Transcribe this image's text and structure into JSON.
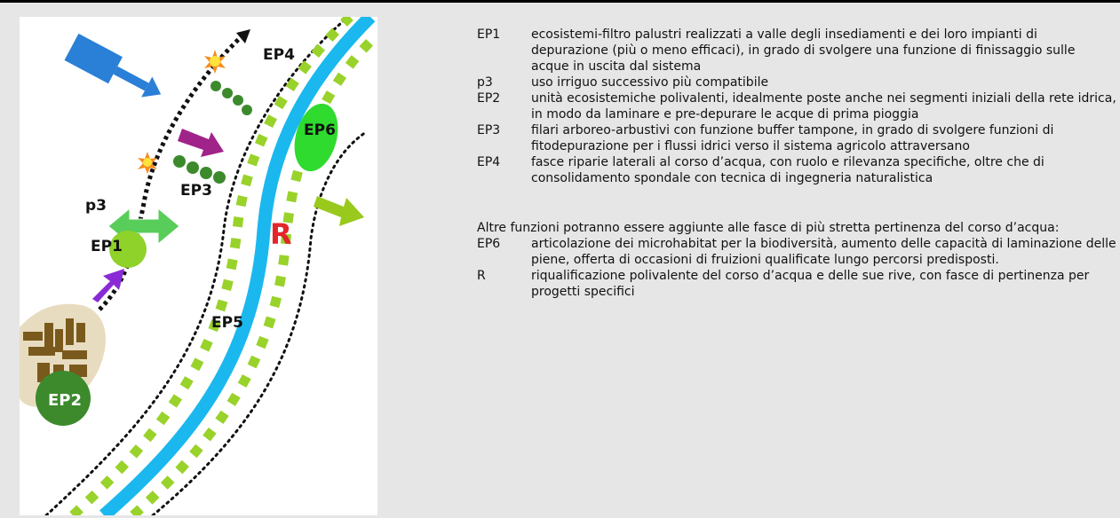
{
  "figure": {
    "labels": {
      "ep1": "EP1",
      "ep2": "EP2",
      "ep3": "EP3",
      "ep4": "EP4",
      "ep5": "EP5",
      "ep6": "EP6",
      "p3": "p3",
      "r": "R"
    },
    "colors": {
      "river": "#1ab8ee",
      "bank_dashes": "#99d22a",
      "ellipse_green": "#2edb2e",
      "dark_green": "#3c8a2c",
      "arrow_blue": "#2a7fd6",
      "arrow_magenta": "#a0238a",
      "arrow_purple": "#8a2ad6",
      "arrow_lightgreen": "#59cd59",
      "arrow_olive": "#99c91c",
      "settlement": "#7a5a1c",
      "settlement_halo": "#e8dcc0",
      "label_red": "#e2262b"
    }
  },
  "legend": {
    "entries_top": [
      {
        "code": "EP1",
        "text": "ecosistemi-filtro palustri realizzati a valle degli insediamenti e dei loro impianti di depurazione (più o meno efficaci), in grado di svolgere una funzione di finissaggio sulle acque in uscita dal sistema"
      },
      {
        "code": "p3",
        "text": "uso irriguo successivo più compatibile"
      },
      {
        "code": "EP2",
        "text": "unità ecosistemiche polivalenti, idealmente poste anche nei segmenti iniziali della rete idrica, in modo da laminare e pre-depurare le acque di prima pioggia"
      },
      {
        "code": "EP3",
        "text": "filari arboreo-arbustivi con funzione buffer tampone, in grado di svolgere funzioni di fitodepurazione per i flussi idrici verso il sistema agricolo attraversano"
      },
      {
        "code": "EP4",
        "text": "fasce riparie laterali al corso d’acqua, con ruolo e rilevanza specifiche, oltre che di consolidamento spondale con tecnica di ingegneria naturalistica"
      }
    ],
    "intro": "Altre funzioni potranno essere aggiunte alle fasce di più stretta pertinenza del corso d’acqua:",
    "entries_bottom": [
      {
        "code": "EP6",
        "text": "articolazione dei microhabitat per la biodiversità, aumento delle capacità di laminazione delle piene, offerta di occasioni di fruizioni qualificate lungo percorsi predisposti."
      },
      {
        "code": "R",
        "text": "riqualificazione polivalente del corso d’acqua e delle sue rive, con fasce di pertinenza per progetti specifici"
      }
    ]
  }
}
